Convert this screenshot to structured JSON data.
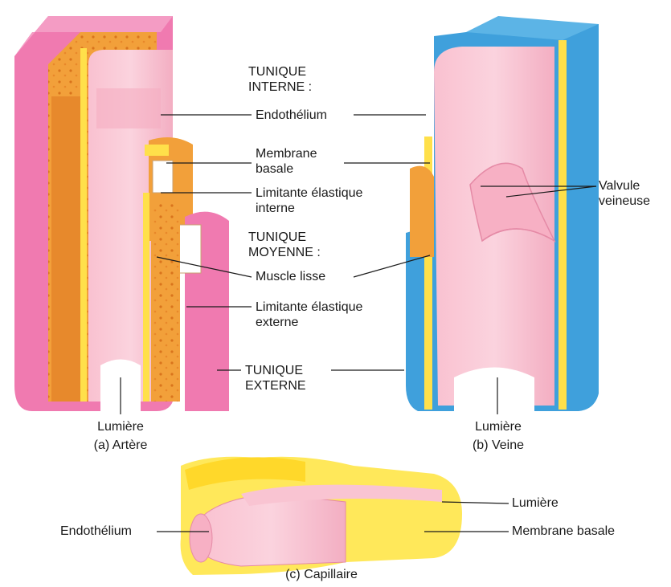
{
  "tunique_interne": "TUNIQUE\nINTERNE :",
  "endothelium": "Endothélium",
  "membrane_basale": "Membrane\nbasale",
  "limitante_interne": "Limitante élastique\ninterne",
  "tunique_moyenne": "TUNIQUE\nMOYENNE :",
  "muscle_lisse": "Muscle lisse",
  "limitante_externe": "Limitante élastique\nexterne",
  "tunique_externe": "TUNIQUE\nEXTERNE",
  "valvule": "Valvule\nveineuse",
  "artere": {
    "lumiere": "Lumière",
    "caption": "(a) Artère"
  },
  "veine": {
    "lumiere": "Lumière",
    "caption": "(b) Veine"
  },
  "capillaire": {
    "lumiere": "Lumière",
    "endothelium": "Endothélium",
    "membrane_basale": "Membrane basale",
    "caption": "(c) Capillaire"
  },
  "colors": {
    "tunica_externa_artery": "#f07ab0",
    "tunica_externa_vein": "#3fa0dc",
    "media_muscle": "#f2a03a",
    "elastic": "#ffe04a",
    "intima": "#f7b8cc",
    "lumen_wall": "#f9c4d2",
    "capillary": "#ffe85a"
  }
}
